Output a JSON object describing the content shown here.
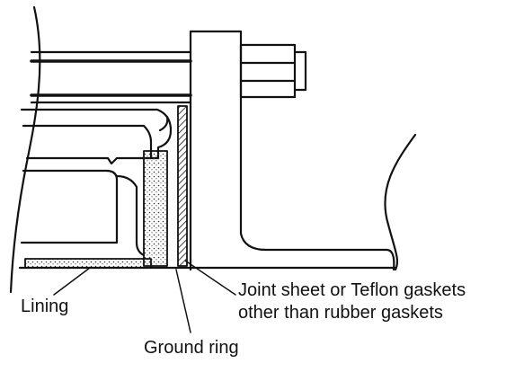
{
  "labels": {
    "lining": "Lining",
    "gasket_line1": "Joint sheet or Teflon gaskets",
    "gasket_line2": "other than rubber gaskets",
    "ground_ring": "Ground ring"
  },
  "colors": {
    "ink": "#111111",
    "paper": "#ffffff",
    "dots": "#333333"
  }
}
